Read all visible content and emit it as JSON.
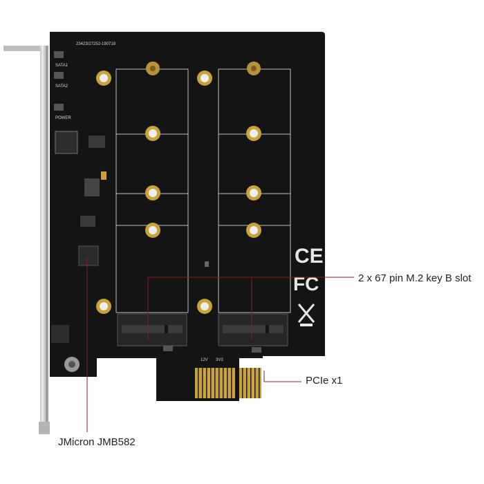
{
  "callouts": {
    "slot_label": "2 x 67 pin M.2 key B slot",
    "pcie_label": "PCIe x1",
    "controller_label": "JMicron JMB582"
  },
  "board_markings": {
    "part_number": "23423/27252-190718",
    "led_labels": [
      "SATA1",
      "SATA2",
      "POWER"
    ],
    "voltage_labels": [
      "12V",
      "3V3"
    ],
    "certifications": [
      "CE",
      "FC"
    ]
  },
  "colors": {
    "board": "#141414",
    "bracket": "#c9c9c9",
    "gold_contact": "#c9a23c",
    "callout_line": "#8a1a2a",
    "silkscreen": "#d8d8d8"
  }
}
